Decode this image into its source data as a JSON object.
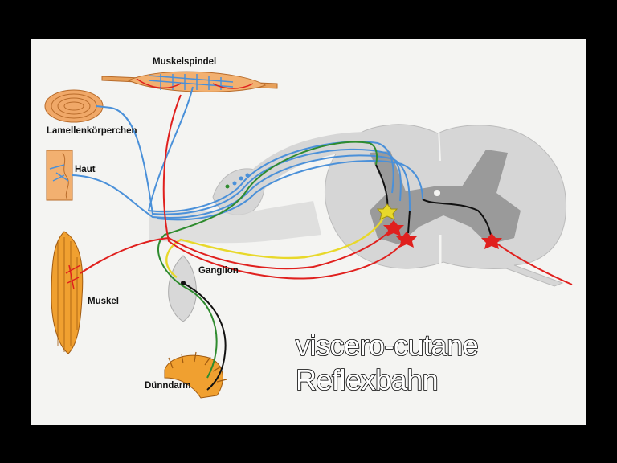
{
  "labels": {
    "muskelspindel": "Muskelspindel",
    "lamellen": "Lamellenkörperchen",
    "haut": "Haut",
    "muskel": "Muskel",
    "ganglion": "Ganglion",
    "duenndarm": "Dünndarm"
  },
  "title": {
    "line1": "viscero-cutane",
    "line2": "Reflexbahn"
  },
  "colors": {
    "afferent": "#4a90d9",
    "efferent": "#e0201e",
    "visceral_afferent": "#2e8b2e",
    "visceral_efferent": "#e8d82a",
    "postganglionic": "#111111",
    "grey_matter": "#9a9a9a",
    "white_matter": "#d6d6d6",
    "muscle": "#f0a030"
  }
}
